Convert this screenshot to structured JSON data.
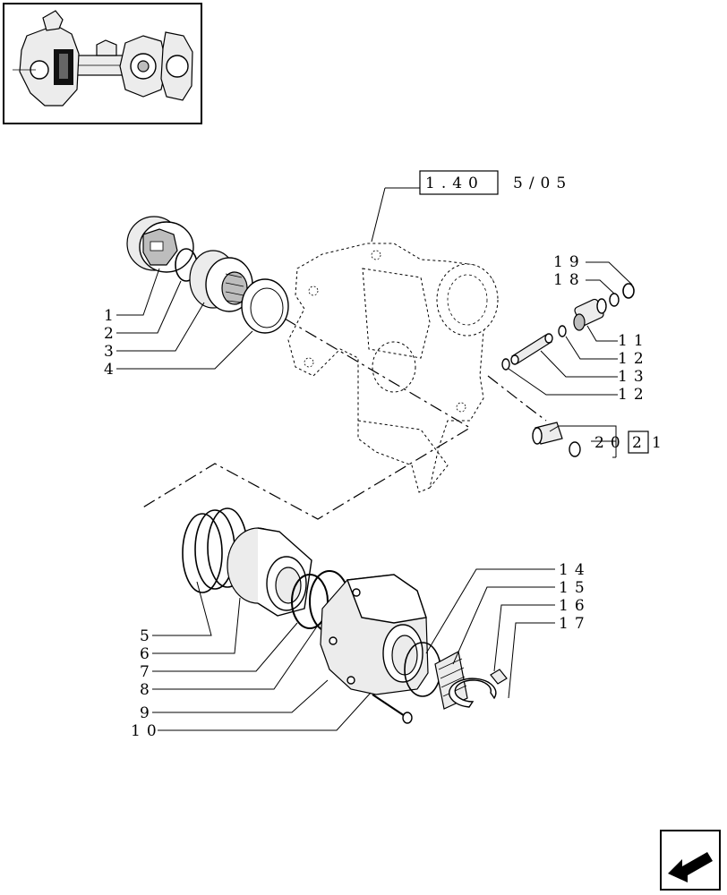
{
  "reference": {
    "boxed": "1.40",
    "suffix": "5/05"
  },
  "subref": {
    "prefix": "20",
    "boxed": "2",
    "suffix": "1"
  },
  "callouts": [
    "1",
    "2",
    "3",
    "4",
    "5",
    "6",
    "7",
    "8",
    "9",
    "10",
    "11",
    "12",
    "13",
    "12",
    "14",
    "15",
    "16",
    "17",
    "18",
    "19"
  ],
  "icons": {
    "thumbnail": "axle-assembly-thumbnail",
    "navigation": "previous-page-arrow-icon"
  }
}
